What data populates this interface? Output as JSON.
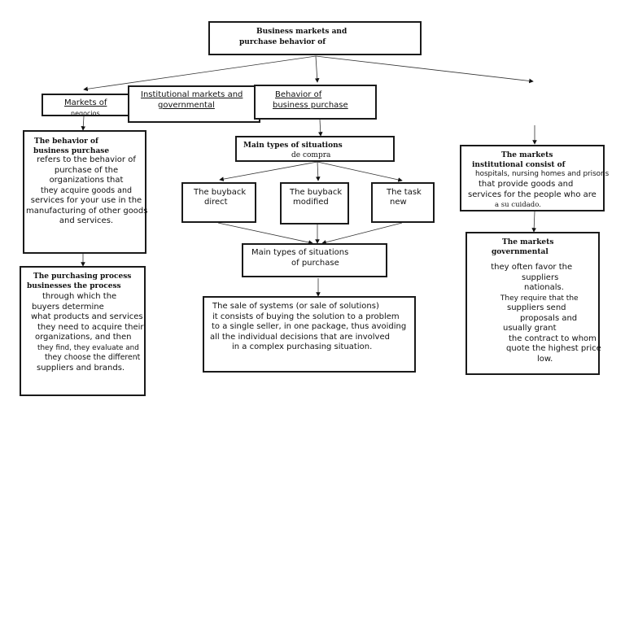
{
  "root": {
    "line1": "Business markets and",
    "line2": "purchase behavior of"
  },
  "business_markets": {
    "line1": "Markets of",
    "line2": "negocios"
  },
  "institutional_gov": {
    "line1": "Institutional markets and",
    "line2": "governmental"
  },
  "behavior": {
    "line1": "Behavior of",
    "line2": "business purchase"
  },
  "behavior_def": {
    "title1": "The behavior of",
    "title2": "business purchase",
    "lines": [
      "refers to the behavior of",
      "purchase of the",
      "organizations that",
      "they acquire goods and",
      "services for your use in the",
      "manufacturing of other goods",
      "and services."
    ]
  },
  "purchasing_process": {
    "title1": "The purchasing process",
    "title2": "businesses the process",
    "lines": [
      "through which the",
      "buyers determine",
      "what products and services",
      "they need to acquire their",
      "organizations, and then",
      "they find, they evaluate and",
      "they choose the different",
      "suppliers and brands."
    ]
  },
  "main_types_top": {
    "line1": "Main types of situations",
    "line2": "de compra"
  },
  "buyback_direct": {
    "line1": "The buyback",
    "line2": "direct"
  },
  "buyback_modified": {
    "line1": "The buyback",
    "line2": "modified"
  },
  "task_new": {
    "line1": "The task",
    "line2": "new"
  },
  "main_types_bottom": {
    "line1": "Main types of situations",
    "line2": "of purchase"
  },
  "systems_sale": {
    "lines": [
      "The sale of systems (or sale of solutions)",
      "it consists of buying the solution to a problem",
      "to a single seller, in one package, thus avoiding",
      "all the individual decisions that are involved",
      "in a complex purchasing situation."
    ]
  },
  "institutional_def": {
    "title1": "The markets",
    "title2": "institutional consist of",
    "lines": [
      "hospitals, nursing homes and prisons",
      "that provide goods and",
      "services for the people who are",
      "a su cuidado."
    ]
  },
  "gov_def": {
    "title1": "The markets",
    "title2": "governmental",
    "bullet": "",
    "lines": [
      "they often favor the",
      "suppliers",
      "nationals.",
      "They require that the",
      "suppliers send",
      "proposals and",
      "usually grant",
      "the contract to whom",
      "quote the highest price",
      "low."
    ]
  }
}
